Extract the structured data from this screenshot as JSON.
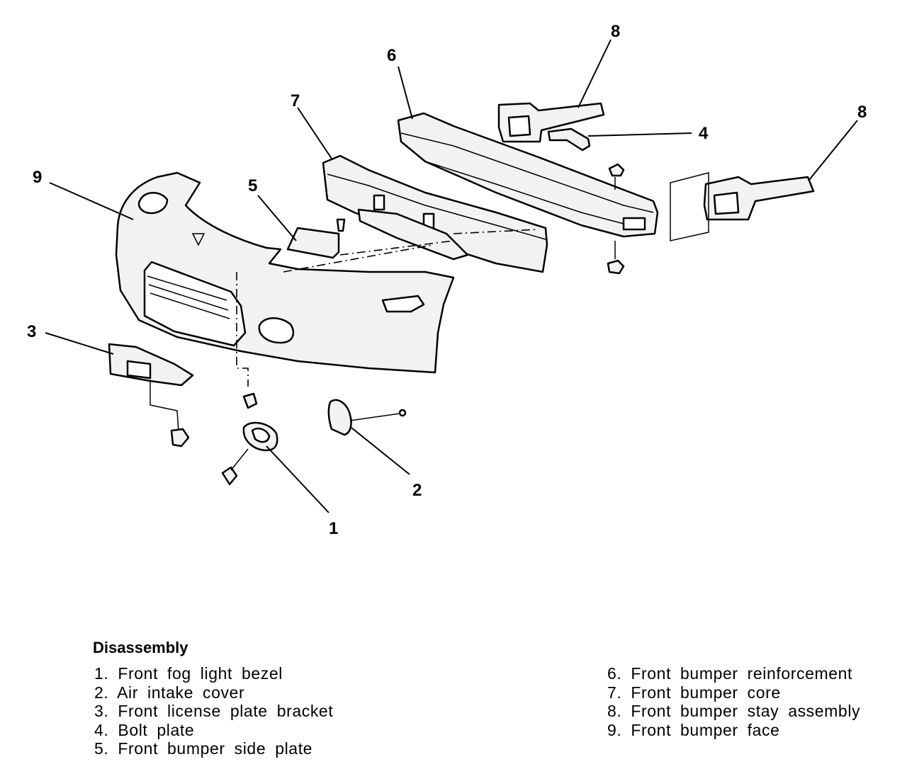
{
  "diagram": {
    "callouts": [
      "1",
      "2",
      "3",
      "4",
      "5",
      "6",
      "7",
      "8",
      "8",
      "9"
    ]
  },
  "legend": {
    "title": "Disassembly",
    "left_items": [
      "1. Front fog light bezel",
      "2. Air intake cover",
      "3. Front license plate bracket",
      "4. Bolt plate",
      "5. Front bumper side plate"
    ],
    "right_items": [
      "6. Front bumper reinforcement",
      "7. Front bumper core",
      "8. Front bumper stay assembly",
      "9. Front bumper face"
    ]
  }
}
